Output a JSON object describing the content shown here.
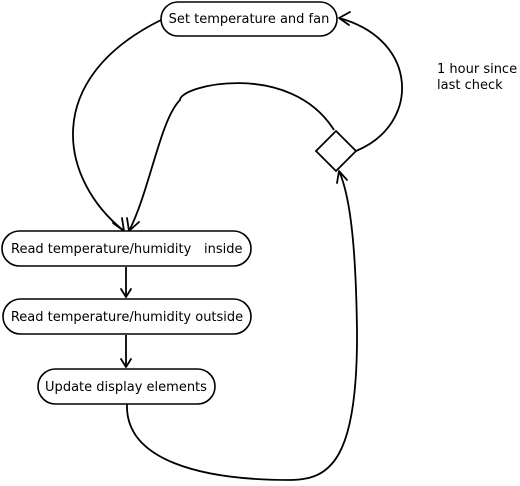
{
  "nodes": {
    "set_temp_fan": "Set temperature and fan",
    "read_inside_main": "Read temperature/humidity",
    "read_inside_suffix": "inside",
    "read_outside": "Read temperature/humidity outside",
    "update_display": "Update display elements"
  },
  "decision": {
    "label_line1": "1 hour since",
    "label_line2": "last check"
  }
}
